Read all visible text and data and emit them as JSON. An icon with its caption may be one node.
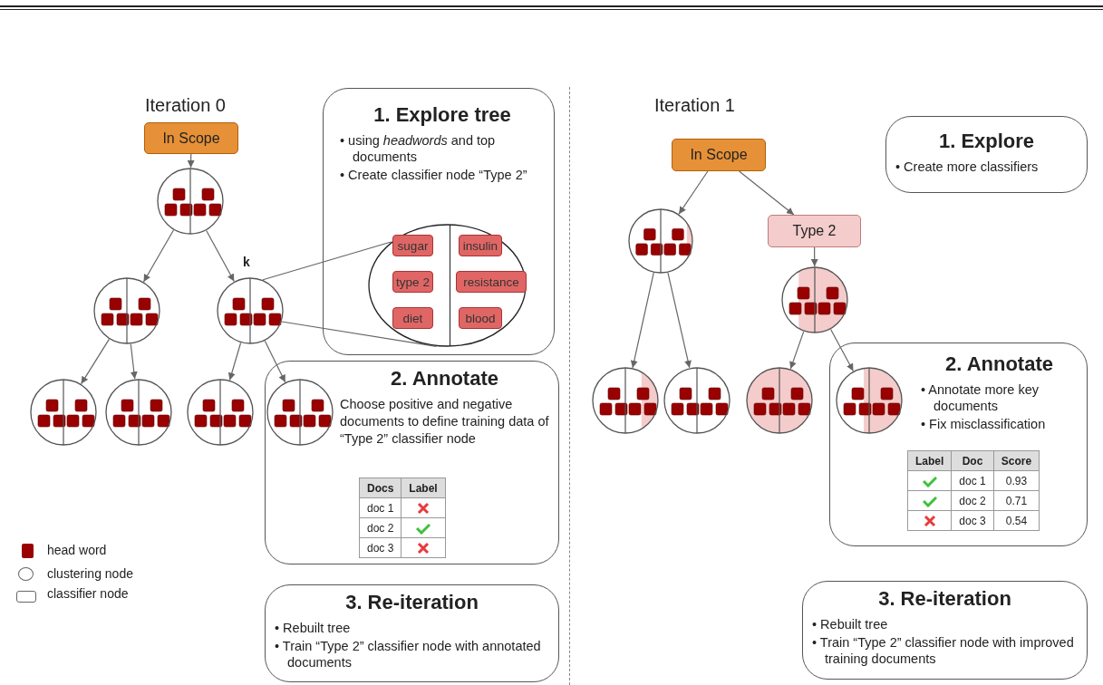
{
  "diagram": {
    "nodes": [
      {
        "text": [
          "In Scope"
        ]
      },
      {
        "text": [],
        "shape": "circle"
      },
      {
        "text": [],
        "shape": "circle"
      },
      {
        "text": [],
        "shape": "circle",
        "beside": [
          "k"
        ]
      },
      {
        "text": [],
        "shape": "circle"
      },
      {
        "text": [],
        "shape": "circle"
      },
      {
        "text": [],
        "shape": "circle"
      },
      {
        "text": [
          "1. Explore tree",
          "• using *headwords* and top documents",
          "• Create classifier node “Type 2”"
        ]
      },
      {
        "text": [],
        "shape": "circle",
        "in": 7
      },
      {
        "text": [
          "sugar"
        ],
        "in": 8
      },
      {
        "text": [
          "insulin"
        ],
        "in": 8
      },
      {
        "text": [
          "type 2"
        ],
        "in": 8
      },
      {
        "text": [
          "resistance"
        ],
        "in": 8
      },
      {
        "text": [
          "diet"
        ],
        "in": 8
      },
      {
        "text": [
          "blood"
        ],
        "in": 8
      },
      {
        "text": [
          "2. Annotate",
          "Choose positive and negative documents to define training data of “Type 2” classifier node"
        ]
      },
      {
        "text": [],
        "shape": "circle",
        "in": 15
      },
      {
        "text": [
          "3. Re-iteration",
          "• Rebuilt tree",
          "• Train “Type 2” classifier node with annotated documents"
        ]
      },
      {
        "text": [
          "In Scope"
        ]
      },
      {
        "text": [],
        "shape": "circle"
      },
      {
        "text": [
          "Type 2"
        ]
      },
      {
        "text": [],
        "shape": "circle"
      },
      {
        "text": [],
        "shape": "circle"
      },
      {
        "text": [],
        "shape": "circle"
      },
      {
        "text": [],
        "shape": "circle"
      },
      {
        "text": [
          "1. Explore",
          "• Create more classifiers"
        ]
      },
      {
        "text": [
          "2. Annotate",
          "• Annotate more key documents",
          "• Fix misclassification"
        ]
      },
      {
        "text": [],
        "shape": "circle",
        "in": 26
      },
      {
        "text": [
          "3. Re-iteration",
          "• Rebuilt tree",
          "• Train “Type 2” classifier node with improved training documents"
        ]
      }
    ],
    "edges": [
      {
        "from": 0,
        "to": 1,
        "arrow": "to"
      },
      {
        "from": 1,
        "to": 2,
        "arrow": "to"
      },
      {
        "from": 1,
        "to": 3,
        "arrow": "to"
      },
      {
        "from": 2,
        "to": 4,
        "arrow": "to"
      },
      {
        "from": 2,
        "to": 5,
        "arrow": "to"
      },
      {
        "from": 3,
        "to": 6,
        "arrow": "to"
      },
      {
        "from": 3,
        "to": 16,
        "arrow": "to"
      },
      {
        "from": 3,
        "to": 8,
        "arrow": "none"
      },
      {
        "from": 3,
        "to": 8,
        "arrow": "none"
      },
      {
        "from": 18,
        "to": 19,
        "arrow": "to"
      },
      {
        "from": 18,
        "to": 20,
        "arrow": "to"
      },
      {
        "from": 20,
        "to": 21,
        "arrow": "to"
      },
      {
        "from": 19,
        "to": 22,
        "arrow": "to"
      },
      {
        "from": 19,
        "to": 23,
        "arrow": "to"
      },
      {
        "from": 21,
        "to": 24,
        "arrow": "to"
      },
      {
        "from": 21,
        "to": 27,
        "arrow": "to"
      }
    ],
    "labels": [
      "Iteration 0",
      "Iteration 1",
      "Docs",
      "Label",
      "doc 1",
      "doc 2",
      "doc 3",
      "Label",
      "Doc",
      "Score",
      "doc 1",
      "0.93",
      "doc 2",
      "0.71",
      "doc 3",
      "0.54"
    ],
    "legend": [
      {
        "text": "head word",
        "color": "#990000"
      },
      {
        "text": "clustering node"
      },
      {
        "text": "classifier node"
      }
    ]
  }
}
